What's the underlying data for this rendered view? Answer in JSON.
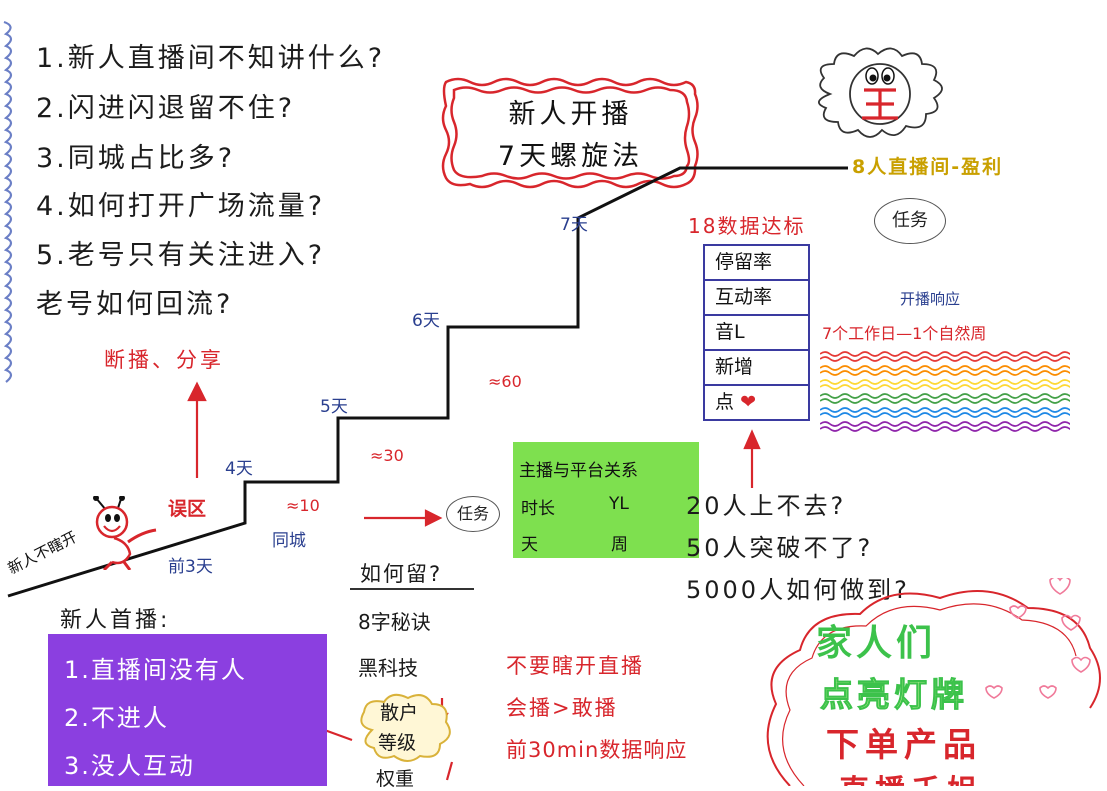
{
  "questions": [
    "1.新人直播间不知讲什么?",
    "2.闪进闪退留不住?",
    "3.同城占比多?",
    "4.如何打开广场流量?",
    "5.老号只有关注进入?",
    "老号如何回流?"
  ],
  "title": {
    "line1": "新人开播",
    "line2": "7天螺旋法"
  },
  "goal": {
    "mark": "王",
    "label": "8人直播间-盈利"
  },
  "staircase": {
    "start_label": "新人不瞎开",
    "first3": "前3天",
    "day4": "4天",
    "day5": "5天",
    "day6": "6天",
    "day7": "7天",
    "approx10": "≈10",
    "approx30": "≈30",
    "approx60": "≈60",
    "mistake": "误区",
    "samecity": "同城"
  },
  "left_arrow_text": "断播、分享",
  "task_badges": {
    "left": "任务",
    "right": "任务"
  },
  "data_standard": "18数据达标",
  "metrics": [
    "停留率",
    "互动率",
    "音L",
    "新增",
    "点"
  ],
  "heart_glyph": "❤",
  "broadcast_response": {
    "title": "开播响应",
    "subtitle": "7个工作日—1个自然周"
  },
  "wave_colors": [
    "#e53935",
    "#fb8c00",
    "#fdd835",
    "#43a047",
    "#1e88e5",
    "#8e24aa"
  ],
  "green_box": {
    "title": "主播与平台关系",
    "row1_a": "时长",
    "row1_b": "YL",
    "row2_a": "天",
    "row2_b": "周"
  },
  "breakthrough": [
    "20人上不去?",
    "50人突破不了?",
    "5000人如何做到?"
  ],
  "new_first": {
    "title": "新人首播:",
    "items": [
      "1.直播间没有人",
      "2.不进人",
      "3.没人互动"
    ]
  },
  "how_stay": {
    "title": "如何留?",
    "items": [
      "8字秘诀",
      "黑科技"
    ],
    "cloud_l1": "散户",
    "cloud_l2": "等级",
    "weight": "权重"
  },
  "tips": [
    "不要瞎开直播",
    "会播>敢播",
    "前30min数据响应"
  ],
  "cloud_lines": {
    "l1": "家人们",
    "l2": "点亮灯牌",
    "l3": "下单产品",
    "l4": "⌄直播千姐"
  },
  "colors": {
    "red": "#d8262c",
    "navy": "#2a3f8f",
    "green": "#7ee04f",
    "purple": "#8b3fe0",
    "cloud_green": "#3cc24b"
  }
}
